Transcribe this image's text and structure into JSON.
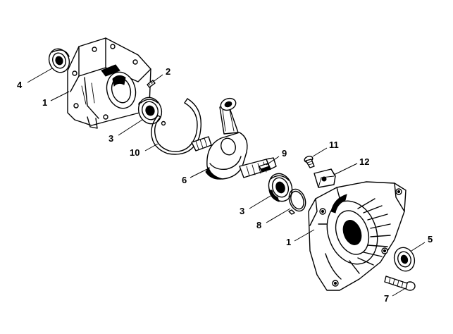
{
  "colors": {
    "ink": "#000000",
    "paper": "#ffffff"
  },
  "callouts": {
    "c1a": "1",
    "c1b": "1",
    "c2": "2",
    "c3a": "3",
    "c3b": "3",
    "c4": "4",
    "c5": "5",
    "c6": "6",
    "c7": "7",
    "c8": "8",
    "c9": "9",
    "c10": "10",
    "c11": "11",
    "c12": "12"
  }
}
